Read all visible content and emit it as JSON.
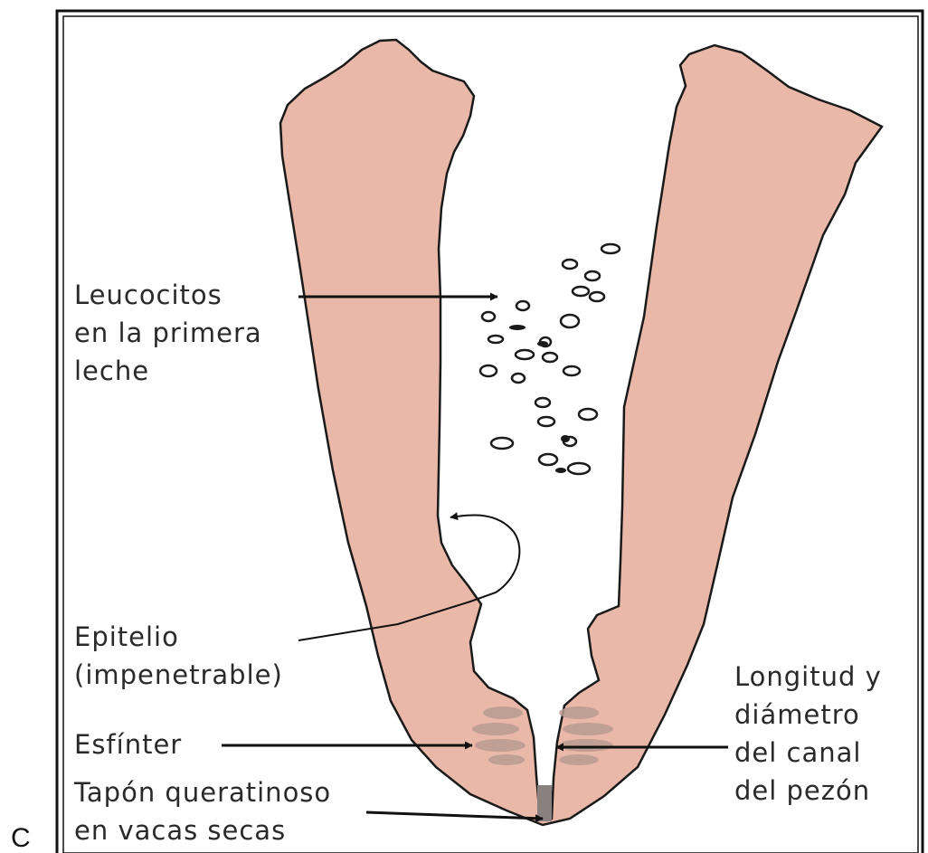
{
  "figure": {
    "panel_letter": "C",
    "labels": {
      "leucocitos": [
        "Leucocitos",
        "en la primera",
        "leche"
      ],
      "epitelio": [
        "Epitelio",
        "(impenetrable)"
      ],
      "esfinter": "Esfínter",
      "tapon": [
        "Tapón queratinoso",
        "en vacas secas"
      ],
      "canal": [
        "Longitud y",
        "diámetro",
        "del canal",
        "del pezón"
      ]
    },
    "colors": {
      "tissue": "#eab8a8",
      "sphincter": "#b89a90",
      "plug": "#8a8080",
      "outline": "#1a1a1a"
    }
  }
}
